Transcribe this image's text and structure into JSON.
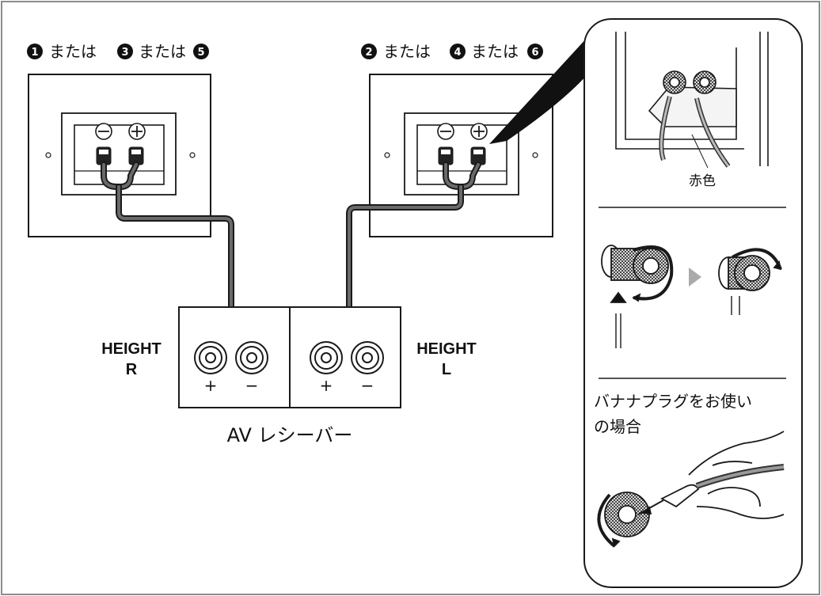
{
  "left_speaker": {
    "caption_num1": "1",
    "caption_num2": "3",
    "caption_num3": "5",
    "caption_or": "または",
    "minus_symbol": "−",
    "plus_symbol": "+"
  },
  "right_speaker": {
    "caption_num1": "2",
    "caption_num2": "4",
    "caption_num3": "6",
    "caption_or": "または"
  },
  "receiver": {
    "left_label_line1": "HEIGHT",
    "left_label_line2": "R",
    "right_label_line1": "HEIGHT",
    "right_label_line2": "L",
    "plus_label": "+",
    "minus_label": "−",
    "name": "AV レシーバー"
  },
  "inset": {
    "red_label": "赤色",
    "banana_line1": "バナナプラグをお使い",
    "banana_line2": "の場合"
  },
  "colors": {
    "line": "#1a1a1a",
    "cable": "#555555",
    "arrow_gray": "#aaaaaa",
    "frame": "#8c8c8c"
  }
}
